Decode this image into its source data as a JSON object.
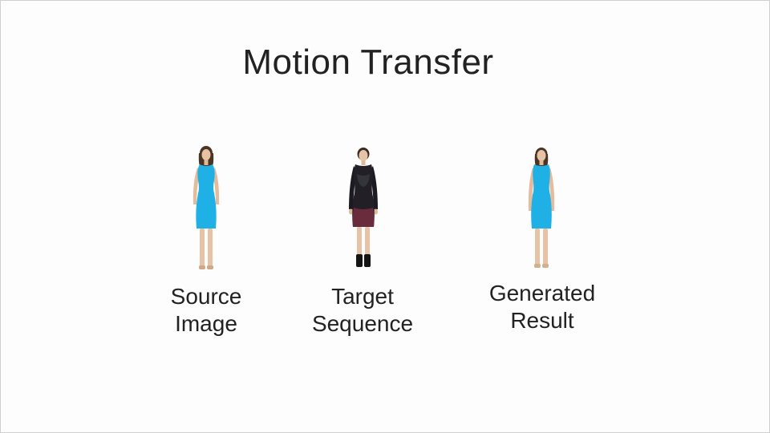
{
  "slide": {
    "title": "Motion Transfer",
    "panels": [
      {
        "line1": "Source",
        "line2": "Image",
        "figure": "woman-blue-sleeveless-dress",
        "dress_color": "#1fb0e6"
      },
      {
        "line1": "Target",
        "line2": "Sequence",
        "figure": "woman-black-sequin-dress",
        "dress_color": "#222026"
      },
      {
        "line1": "Generated",
        "line2": "Result",
        "figure": "woman-blue-sleeveless-dress",
        "dress_color": "#1fb0e6"
      }
    ]
  }
}
